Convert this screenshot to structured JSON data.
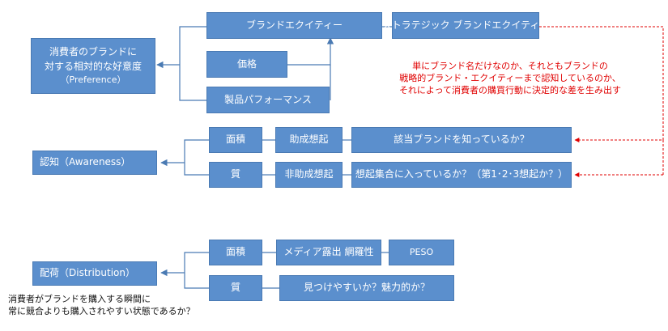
{
  "preference": {
    "label_line1": "消費者のブランドに",
    "label_line2": "対する相対的な好意度",
    "label_line3": "（Preference）",
    "brand_equity": "ブランドエクイティー",
    "strategic_brand_equity": "ストラテジック ブランドエクイティー",
    "price": "価格",
    "product_performance": "製品パフォーマンス"
  },
  "red_note": {
    "line1": "単にブランド名だけなのか、それともブランドの",
    "line2": "戦略的ブランド・エクイティーまで認知しているのか、",
    "line3": "それによって消費者の購買行動に決定的な差を生み出す"
  },
  "awareness": {
    "label": "認知（Awareness）",
    "area": "面積",
    "quality": "質",
    "aided_recall": "助成想起",
    "unaided_recall": "非助成想起",
    "aided_question": "該当ブランドを知っているか？",
    "unaided_question": "想起集合に入っているか？（第1･2･3想起か？）"
  },
  "distribution": {
    "label": "配荷（Distribution）",
    "area": "面積",
    "quality": "質",
    "media_coverage": "メディア露出 網羅性",
    "peso": "PESO",
    "quality_question": "見つけやすいか？魅力的か？"
  },
  "bottom_note": {
    "line1": "消費者がブランドを購入する瞬間に",
    "line2": "常に競合よりも購入されやすい状態であるか？"
  },
  "colors": {
    "box_fill": "#5b8fcd",
    "connector": "#4a7ab3",
    "red_dashed": "#e00000"
  }
}
